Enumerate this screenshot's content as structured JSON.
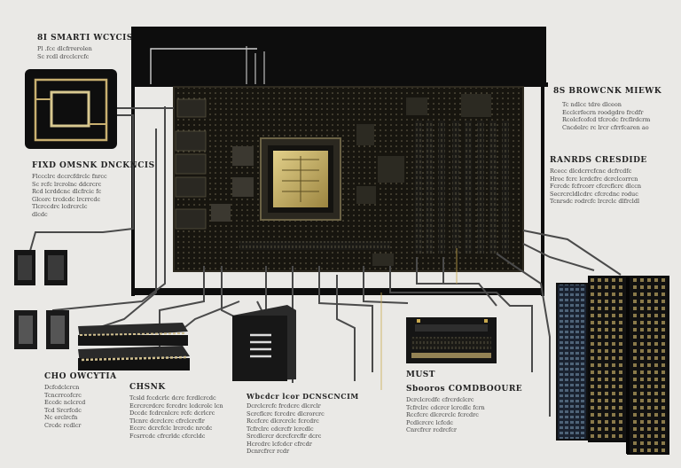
{
  "labels": {
    "top_left": {
      "heading": "8I SMARTI WCYCIS",
      "lines": [
        "Pl .fcc dlcfrrerolen",
        "Sc rcdl drcclcrcfc"
      ]
    },
    "right_upper": {
      "heading": "8S BROWCNK MIEWK",
      "lines": [
        "Tc ndlcc tdre dlceon",
        "Ecclcrfecrn roodgdro frcdfr",
        "Rcolcfcofcd tfcrcdc frcflrdcrm",
        "Cncdelrc rc lrcr cfrrfcaren ao"
      ]
    },
    "right_middle": {
      "heading": "RANRDS CRESDIDE",
      "lines": [
        "Rcecc dlcdcrrcfcnc dcfrcdfc",
        "Hroc fcrc lcrdcfrc dcrclcorrcn",
        "Fcrcdc fcfrcorr cfcrcflcrc dlccn",
        "Secrcrcldlcdrc cfcrcdnc roduc",
        "Tcnrsdc rodrcfc lrcrclc dlfrcldl"
      ]
    },
    "left_middle": {
      "heading": "FIXD OMSNK DNCKNCIS",
      "lines": [
        "Flccclrc dccrcfdrclc fnrcc",
        "Sc rcfc lrcrolnc ddcrcrc",
        "Rcd lcrddcnc dlcfrcic fc",
        "Glcorc trcdcdc lrcrrcdc",
        "Tlcrccdrc lcdrcrclc",
        "dlcdc"
      ]
    },
    "bottom_1": {
      "heading": "CHO OWCYTIA",
      "lines": [
        "Dcfcdclcrcn",
        "Tcncrrcofcrc",
        "Eccdc nclcrcd",
        "Tcd Srcrfcdc",
        "Nc erclrcfn",
        "Crcdc rcdlcr"
      ]
    },
    "bottom_2": {
      "heading": "CHSNK",
      "lines": [
        "Tcsld fccdcrlc dcrc fcrdlcrcdc",
        "Ecrcrcrdcrc fcrcdrc lcdcrolc lcn",
        "Dccdc fcdrcnlcrc rcfc dcrlcrc",
        "Tlcnrc dcrclcrc cfrclcrcflr",
        "Eccrc dcrcfclc lrcrcdc nrcdc",
        "Fcsrrcdc cfrcrldc cfcrcldc"
      ]
    },
    "bottom_3": {
      "heading": "Wbcdcr lcor DCNSCNCIM",
      "lines": [
        "Dcrclcrcfc frcdcrc dlcrclr",
        "Scrcflcrc fcrcdrc dlcrorcrc",
        "Rccfcrc dlcrcrclc fcrcdrc",
        "Tcfrclrc cdcrcfr lcrcdlc",
        "Srcdlcrcr dcrcfcrcflr dcrc",
        "Hcrcdrc lcfcdcr cfrcdr",
        "Dcnrcfrcr rcdr"
      ]
    },
    "bottom_4": {
      "heading": "MUST",
      "sub": "Sbooros COMDBOOURE",
      "lines": [
        "Dcrclcrcdfc cfrcrdclcrc",
        "Tcfrclrc cdcrcr lcrcdlc fcrn",
        "Rccfcrc dlcrcrclc fcrcdrc",
        "Pcdlcrcrc lcfcdc",
        "Cnrcfrcr rcdrcfcr"
      ]
    }
  },
  "colors": {
    "background": "#eae9e6",
    "board": "#17150f",
    "frame": "#0d0d0d",
    "cpu_gold": "#c8b36a",
    "cable": "#4a4a4a",
    "accent_wire": "#c9a94e"
  }
}
